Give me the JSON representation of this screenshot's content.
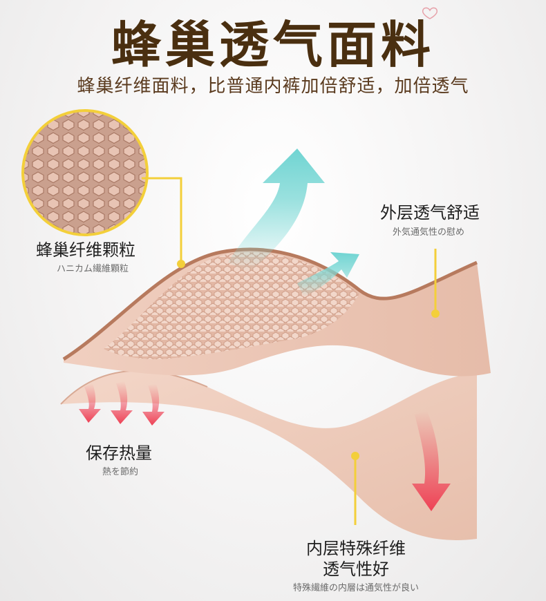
{
  "header": {
    "title": "蜂巢透气面料",
    "subtitle": "蜂巢纤维面料，比普通内裤加倍舒适，加倍透气"
  },
  "callouts": {
    "honeycomb_fiber": {
      "title": "蜂巢纤维颗粒",
      "subtitle": "ハニカム繊維顆粒"
    },
    "outer_layer": {
      "title": "外层透气舒适",
      "subtitle": "外気通気性の慰め"
    },
    "heat_retention": {
      "title": "保存热量",
      "subtitle": "熱を節約"
    },
    "inner_layer": {
      "title_line1": "内层特殊纤维",
      "title_line2": "透气性好",
      "subtitle": "特殊繊維の内層は通気性が良い"
    }
  },
  "colors": {
    "title": "#4a2f10",
    "fabric": "#e8c3b0",
    "fabric_edge": "#b77a5e",
    "arrow_air": "#7fd9d6",
    "arrow_heat": "#f04a5c",
    "leader_line": "#f3cf3a"
  },
  "icons": {
    "decor": "heart-icon"
  }
}
